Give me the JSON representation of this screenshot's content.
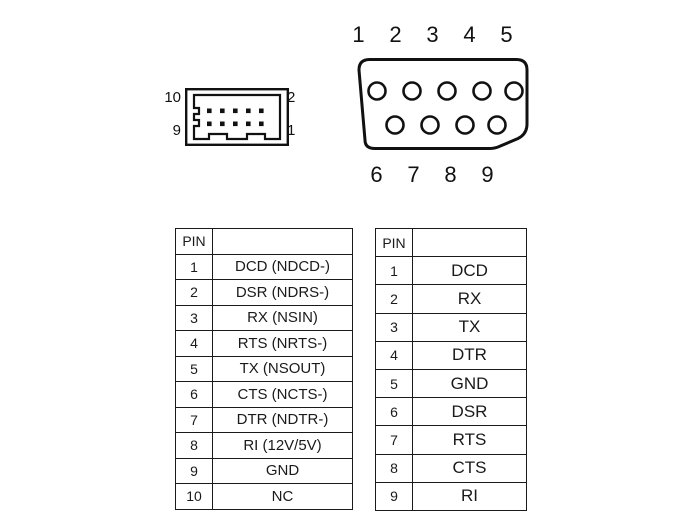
{
  "header10": {
    "name": "10-pin-box-header",
    "pin_count": 10,
    "rows": 2,
    "cols": 5,
    "labels": {
      "top_left": "10",
      "bottom_left": "9",
      "top_right": "2",
      "bottom_right": "1"
    }
  },
  "db9": {
    "name": "db9-connector",
    "pin_count": 9,
    "top_pins": [
      "1",
      "2",
      "3",
      "4",
      "5"
    ],
    "bottom_pins": [
      "6",
      "7",
      "8",
      "9"
    ]
  },
  "tables": {
    "left": {
      "name": "header-pinout-table",
      "headers": [
        "PIN",
        ""
      ],
      "rows": [
        {
          "pin": "1",
          "signal": "DCD (NDCD-)"
        },
        {
          "pin": "2",
          "signal": "DSR (NDRS-)"
        },
        {
          "pin": "3",
          "signal": "RX (NSIN)"
        },
        {
          "pin": "4",
          "signal": "RTS (NRTS-)"
        },
        {
          "pin": "5",
          "signal": "TX (NSOUT)"
        },
        {
          "pin": "6",
          "signal": "CTS (NCTS-)"
        },
        {
          "pin": "7",
          "signal": "DTR (NDTR-)"
        },
        {
          "pin": "8",
          "signal": "RI (12V/5V)"
        },
        {
          "pin": "9",
          "signal": "GND"
        },
        {
          "pin": "10",
          "signal": "NC"
        }
      ]
    },
    "right": {
      "name": "db9-pinout-table",
      "headers": [
        "PIN",
        ""
      ],
      "rows": [
        {
          "pin": "1",
          "signal": "DCD"
        },
        {
          "pin": "2",
          "signal": "RX"
        },
        {
          "pin": "3",
          "signal": "TX"
        },
        {
          "pin": "4",
          "signal": "DTR"
        },
        {
          "pin": "5",
          "signal": "GND"
        },
        {
          "pin": "6",
          "signal": "DSR"
        },
        {
          "pin": "7",
          "signal": "RTS"
        },
        {
          "pin": "8",
          "signal": "CTS"
        },
        {
          "pin": "9",
          "signal": "RI"
        }
      ]
    }
  },
  "colors": {
    "ink": "#1a1a1a",
    "background": "#ffffff"
  }
}
